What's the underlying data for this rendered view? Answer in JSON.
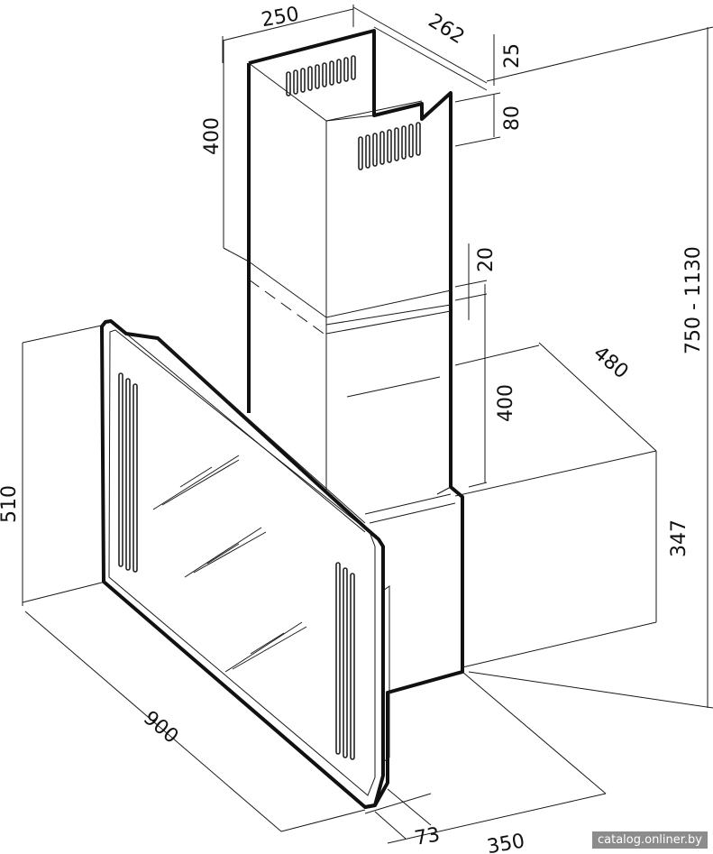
{
  "dimensions": {
    "chimney_width": "250",
    "chimney_depth": "262",
    "top_gap": "25",
    "vent_height": "80",
    "upper_chimney_height": "400",
    "overlap": "20",
    "lower_chimney_height": "400",
    "total_height": "750 - 1130",
    "body_depth": "480",
    "body_height": "347",
    "panel_height": "510",
    "panel_width": "900",
    "front_offset": "73",
    "base_depth": "350"
  },
  "watermark": "catalog.onliner.by"
}
